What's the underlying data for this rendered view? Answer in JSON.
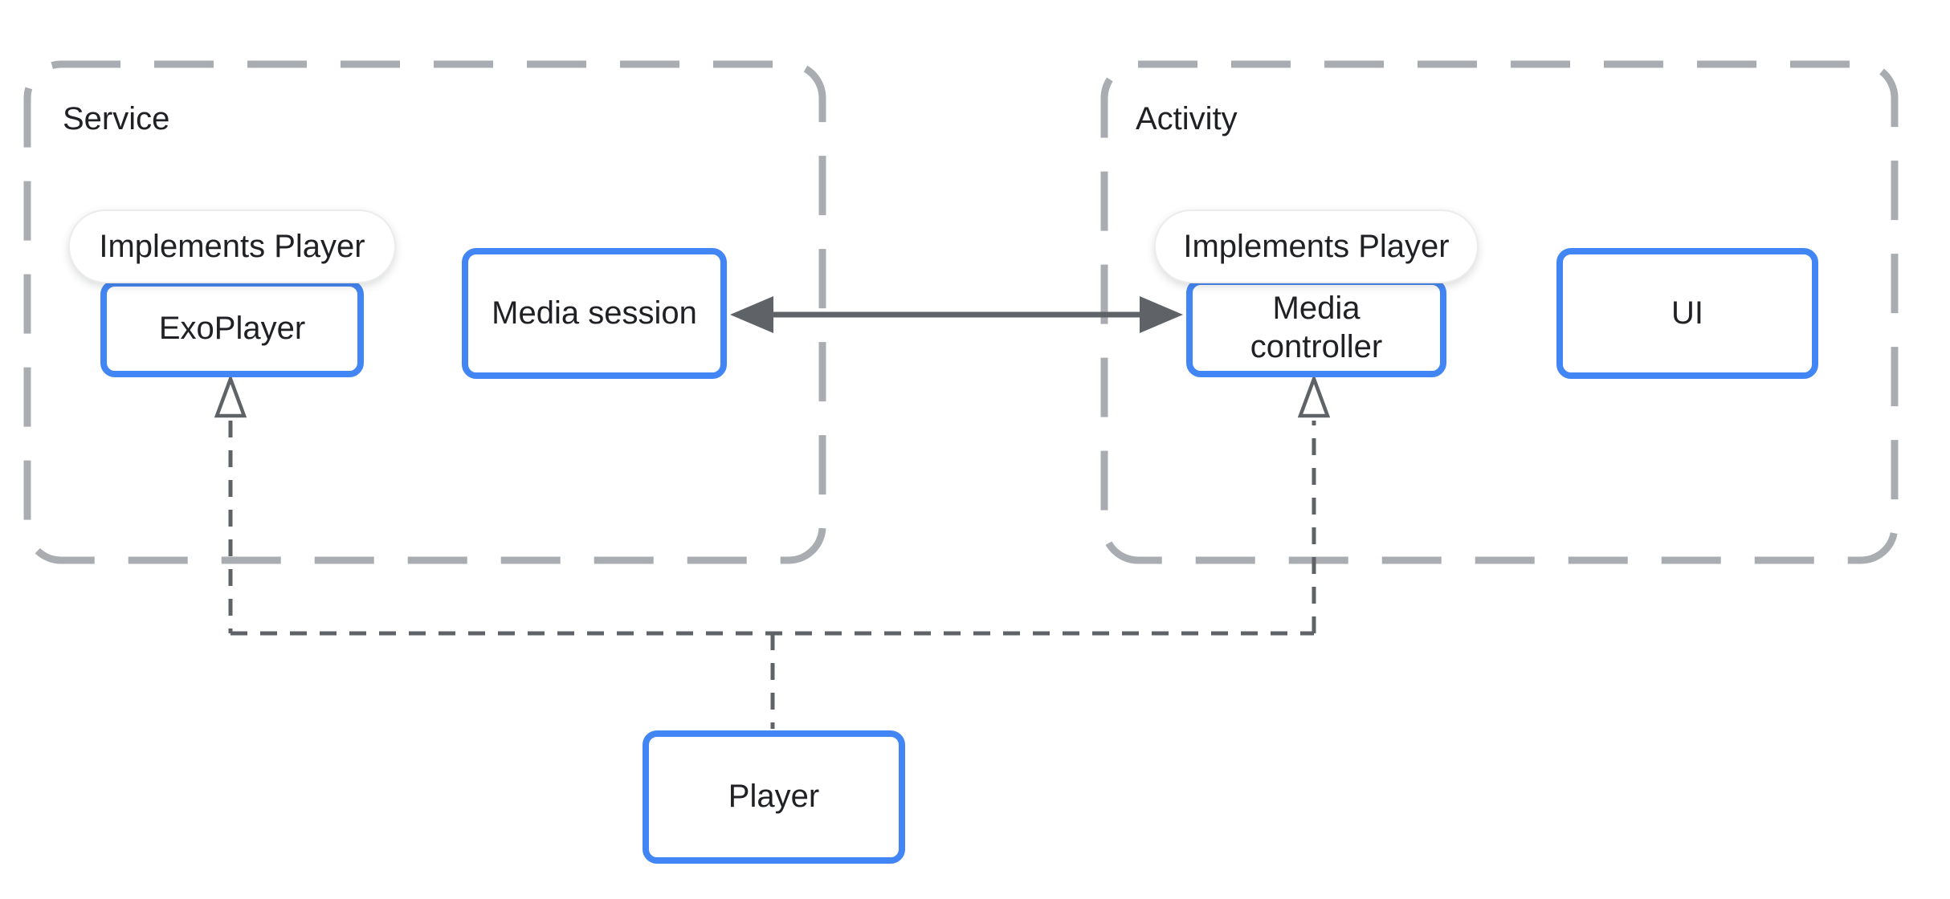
{
  "diagram": {
    "colors": {
      "node_border": "#4285F4",
      "container_border": "#A9ACB0",
      "connector": "#5F6368",
      "text": "#202124",
      "pill_bg": "#FFFFFF",
      "pill_border": "#ECECEC",
      "background": "#FFFFFF"
    },
    "containers": {
      "service": {
        "label": "Service"
      },
      "activity": {
        "label": "Activity"
      }
    },
    "nodes": {
      "exoplayer": {
        "label": "ExoPlayer"
      },
      "media_session": {
        "label": "Media session"
      },
      "media_controller": {
        "label": "Media\ncontroller"
      },
      "ui": {
        "label": "UI"
      },
      "player": {
        "label": "Player"
      }
    },
    "badges": {
      "exoplayer": {
        "label": "Implements Player"
      },
      "media_controller": {
        "label": "Implements Player"
      }
    }
  }
}
